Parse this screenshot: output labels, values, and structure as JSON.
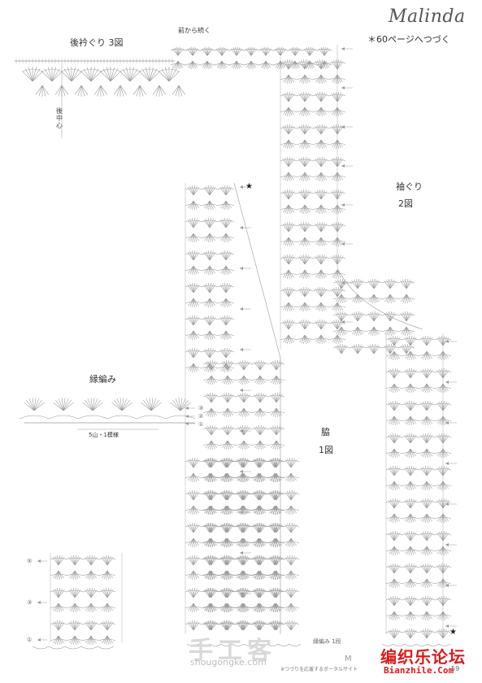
{
  "header": {
    "brand": "Malinda",
    "continued_note": "＊60ページへつづく"
  },
  "sections": {
    "back_collar": "後衿ぐり  3図",
    "front_continue": "前から続く",
    "back_center": "後中心",
    "armhole": "袖ぐり",
    "armhole_fig": "2図",
    "edging": "縁編み",
    "hem_side": "脇",
    "hem_side_fig": "1図",
    "repeat_label": "5山・1模様",
    "edging_start": "縁編み 1段"
  },
  "row_markers": {
    "edging": [
      "③",
      "②",
      "①"
    ],
    "small_swatch": [
      "⑤",
      "③",
      "①"
    ]
  },
  "watermarks": {
    "shougongke_big": "手工客",
    "shougongke_url": "shougongke.com",
    "forum_cn": "编织乐论坛",
    "forum_url": "Bianzhile.Com",
    "weibo": "M",
    "footer_text": "※つづりを応援するポータルサイト",
    "page_number": "59"
  },
  "colors": {
    "line": "#9a9a9a",
    "ink": "#333333",
    "forum_red": "#d81b1b"
  }
}
